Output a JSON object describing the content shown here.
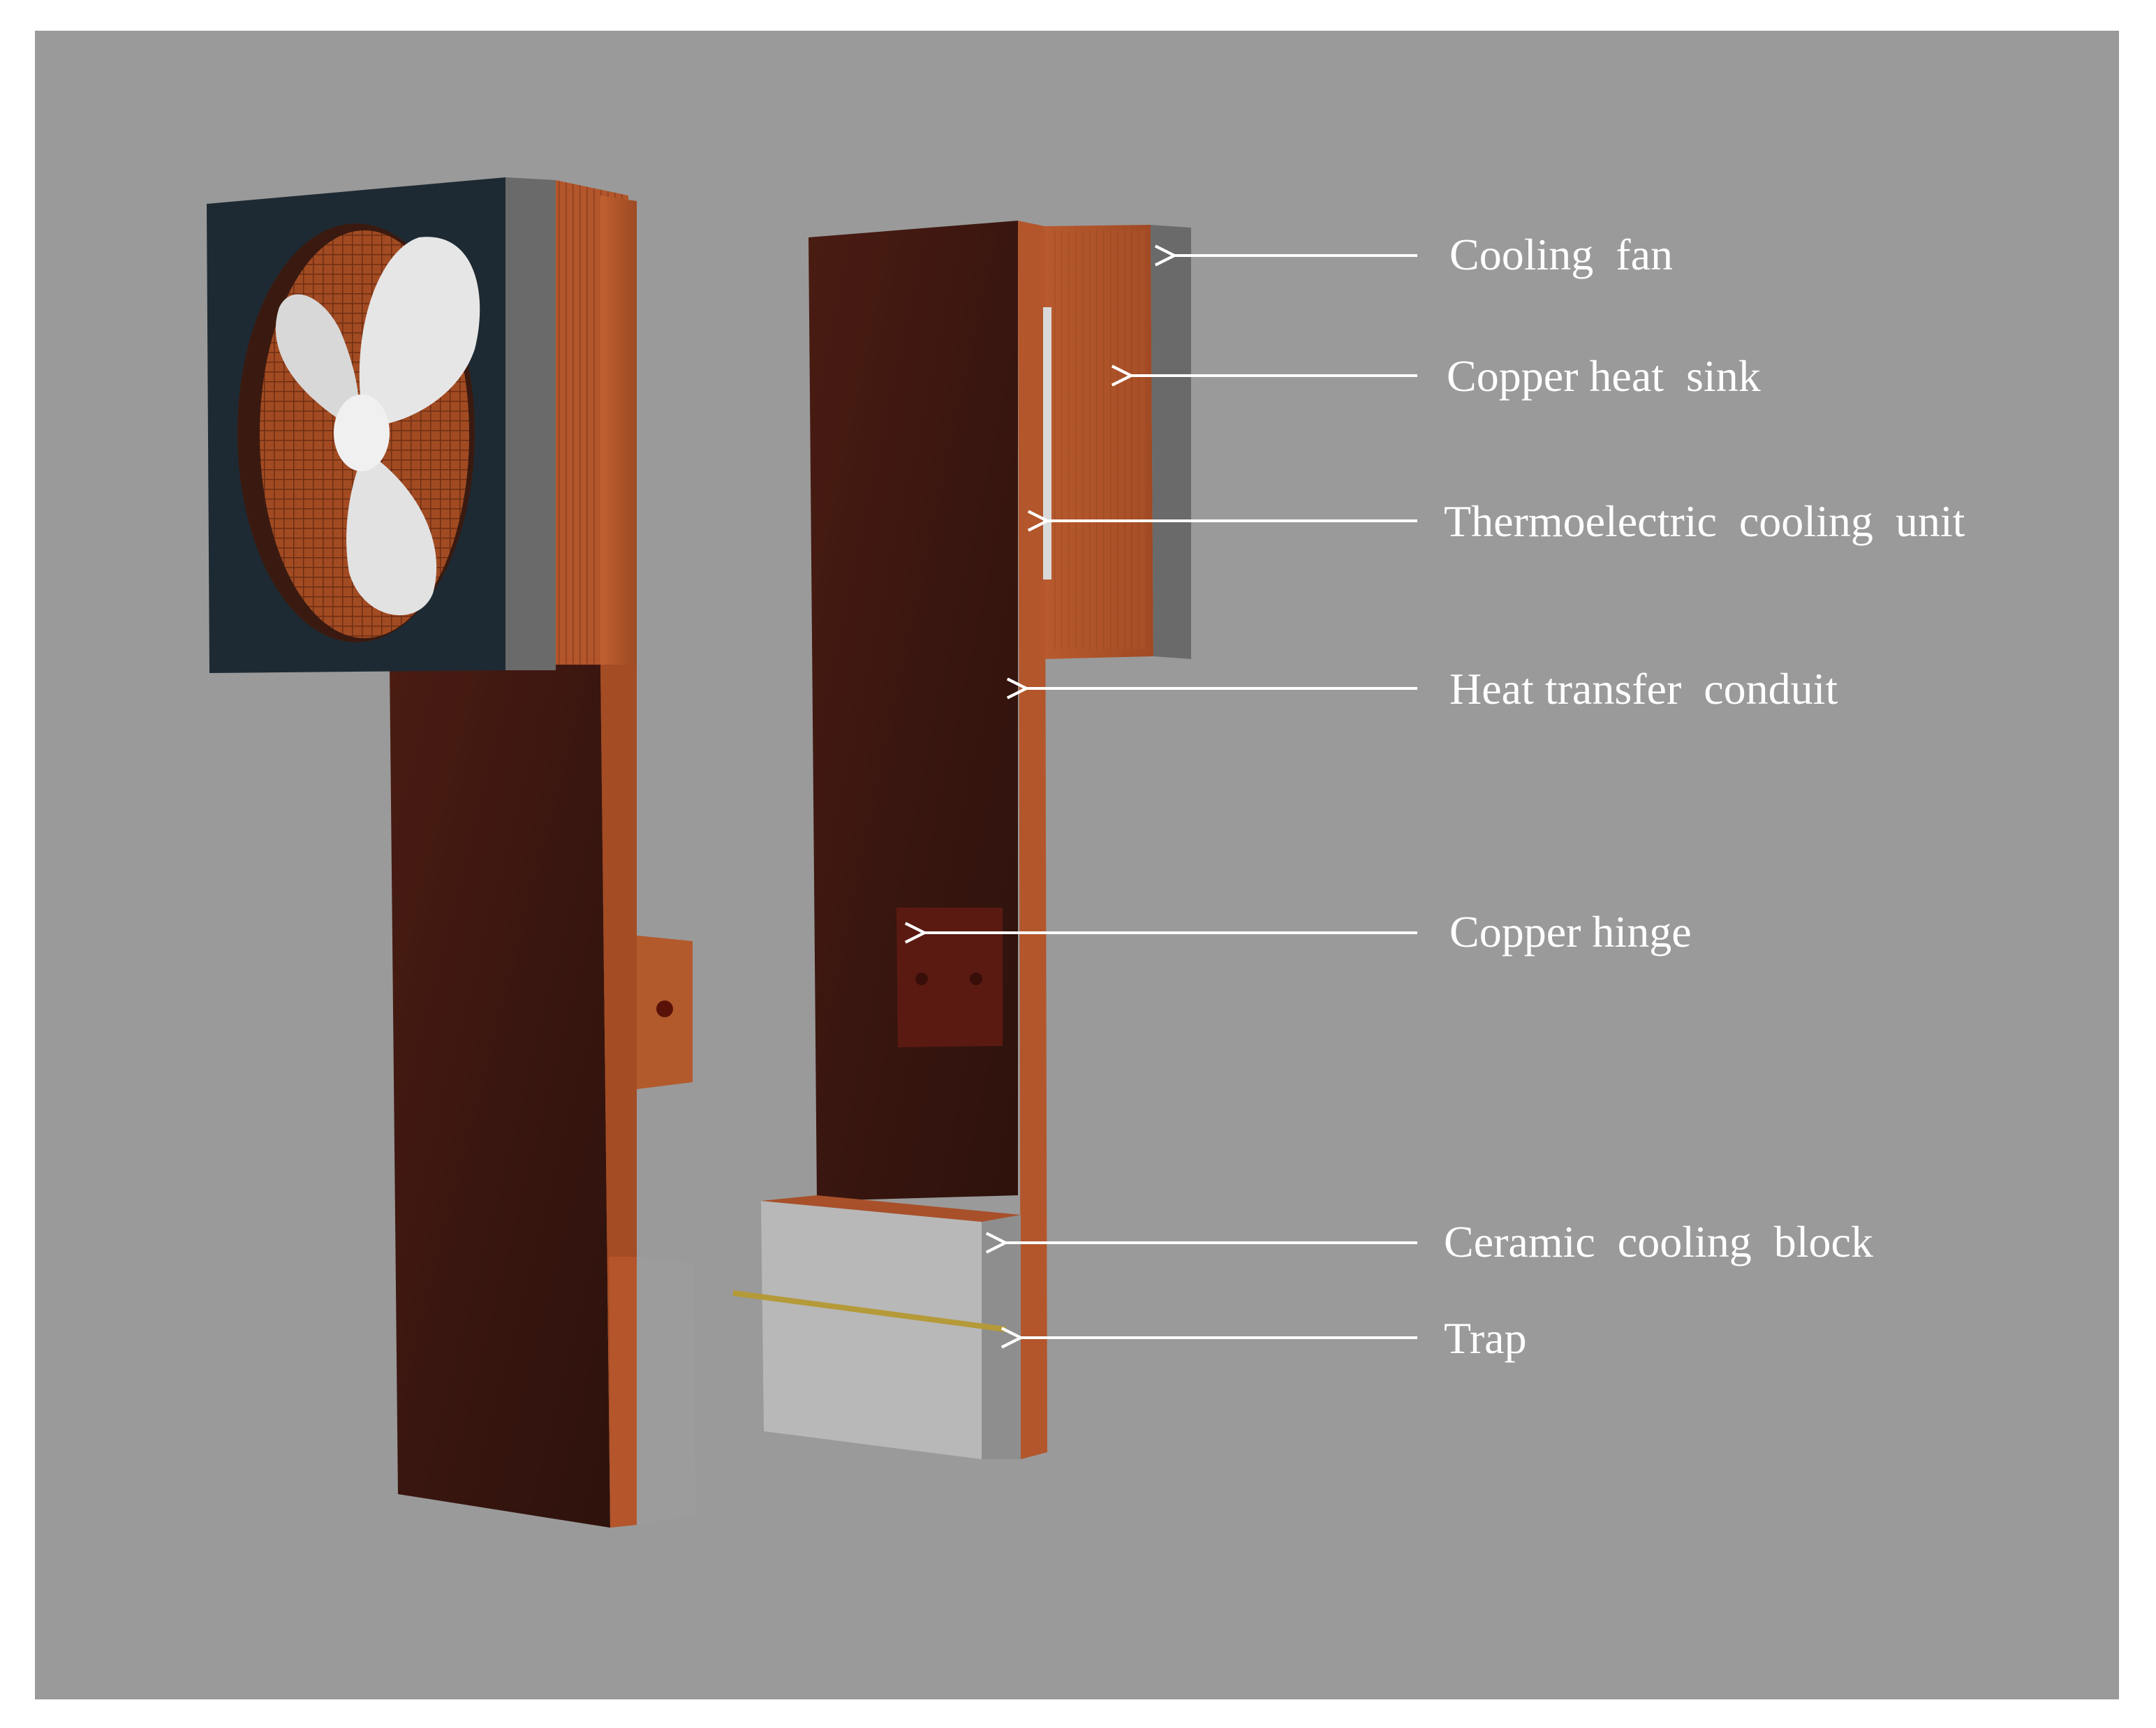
{
  "labels": {
    "cooling_fan": "Cooling  fan",
    "copper_heat_sink": "Copper heat  sink",
    "thermoelectric_cooling_unit": "Thermoelectric  cooling  unit",
    "heat_transfer_conduit": "Heat transfer  conduit",
    "copper_hinge": "Copper hinge",
    "ceramic_cooling_block": "Ceramic  cooling  block",
    "trap": "Trap"
  },
  "colors": {
    "background": "#9a9a9a",
    "copper_dark": "#3a1610",
    "copper_light": "#b3562c",
    "fan_housing": "#1e2a33",
    "fan_blade": "#e6e6e6",
    "ceramic": "#b8b8b8",
    "label_text": "#ffffff"
  }
}
